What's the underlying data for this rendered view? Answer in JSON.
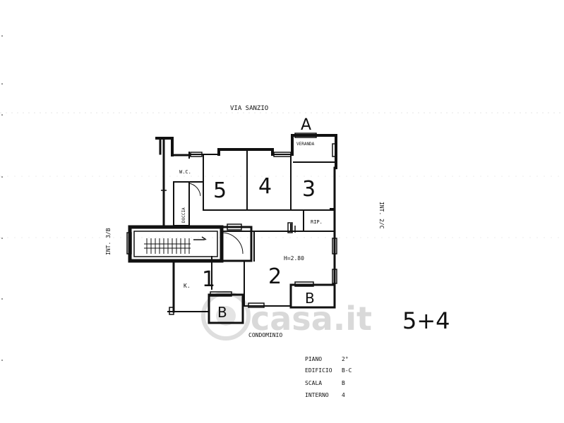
{
  "street_top": "VIA SANZIO",
  "street_bottom": "CONDOMINIO",
  "side_left": "INT. 3/B",
  "side_right": "INT. 2/C",
  "corner_mark": "A",
  "rooms": {
    "veranda": "VERANDA",
    "wc": "W.C.",
    "doccia": "DOCCIA",
    "room5": "5",
    "room4": "4",
    "room3": "3",
    "rip": "RIP.",
    "height": "H=2.80",
    "room2": "2",
    "kitchen": "K.",
    "room1": "1",
    "balcony_left": "B",
    "balcony_right": "B"
  },
  "rooms_count": "5+4",
  "info": {
    "piano_label": "PIANO",
    "piano_value": "2°",
    "edificio_label": "EDIFICIO",
    "edificio_value": "B-C",
    "scala_label": "SCALA",
    "scala_value": "B",
    "interno_label": "INTERNO",
    "interno_value": "4"
  },
  "watermark": "casa.it"
}
